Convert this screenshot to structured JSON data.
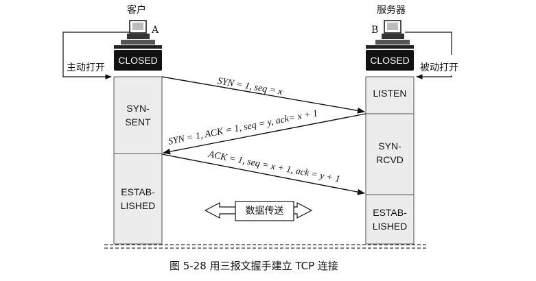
{
  "client": {
    "label": "客户",
    "host_id": "A",
    "active_open": "主动打开"
  },
  "server": {
    "label": "服务器",
    "host_id": "B",
    "passive_open": "被动打开"
  },
  "states": {
    "client_closed": "CLOSED",
    "server_closed": "CLOSED",
    "client_syn_sent": [
      "SYN-",
      "SENT"
    ],
    "client_established": [
      "ESTAB-",
      "LISHED"
    ],
    "server_listen": "LISTEN",
    "server_syn_rcvd": [
      "SYN-",
      "RCVD"
    ],
    "server_established": [
      "ESTAB-",
      "LISHED"
    ]
  },
  "messages": {
    "syn": "SYN = 1, seq = x",
    "syn_ack": "SYN = 1, ACK = 1, seq = y, ack= x + 1",
    "ack": "ACK = 1, seq = x + 1, ack = y + 1"
  },
  "data_transfer": "数据传送",
  "caption": "图 5-28  用三报文握手建立 TCP 连接",
  "colors": {
    "column_fill": "#ececec",
    "column_border": "#555555",
    "closed_bg": "#111111"
  }
}
